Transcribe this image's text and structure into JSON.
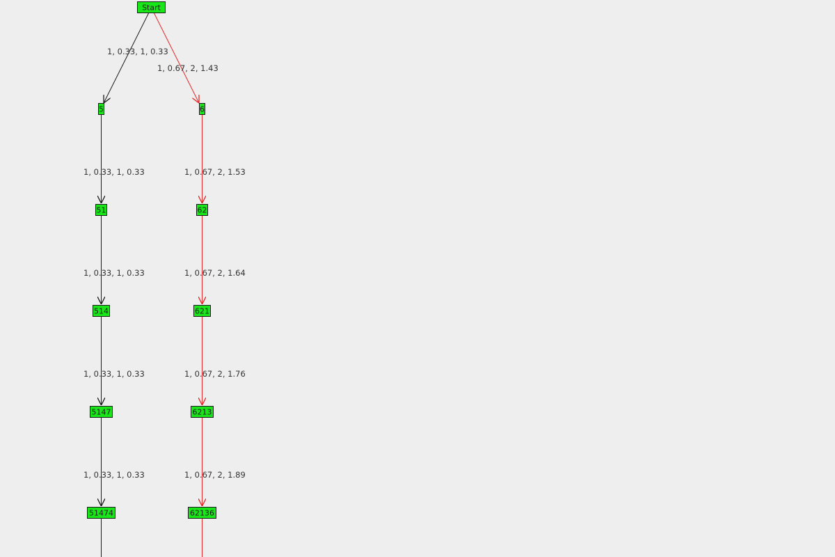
{
  "colors": {
    "background": "#eeeeee",
    "node_fill": "#19e619",
    "node_border": "#1a1a1a",
    "edge_default": "#1a1a1a",
    "edge_highlight": "#e62626",
    "label_text": "#333333"
  },
  "nodes": {
    "start": "Start",
    "n5": "5",
    "n6": "6",
    "n51": "51",
    "n62": "62",
    "n514": "514",
    "n621": "621",
    "n5147": "5147",
    "n6213": "6213",
    "n51474": "51474",
    "n62136": "62136"
  },
  "edges": {
    "start_5": "1, 0.33, 1, 0.33",
    "start_6": "1, 0.67, 2, 1.43",
    "e5_51": "1, 0.33, 1, 0.33",
    "e6_62": "1, 0.67, 2, 1.53",
    "e51_514": "1, 0.33, 1, 0.33",
    "e62_621": "1, 0.67, 2, 1.64",
    "e514_5147": "1, 0.33, 1, 0.33",
    "e621_6213": "1, 0.67, 2, 1.76",
    "e5147_51474": "1, 0.33, 1, 0.33",
    "e6213_62136": "1, 0.67, 2, 1.89"
  }
}
